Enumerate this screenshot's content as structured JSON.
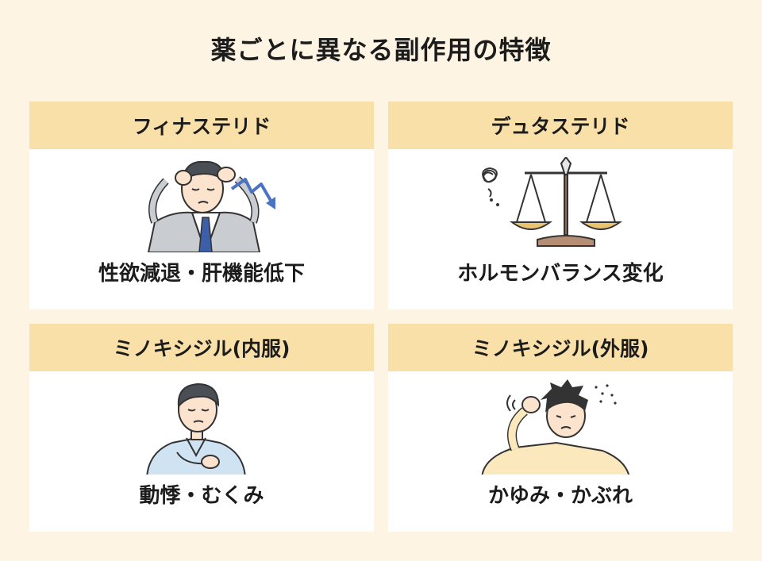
{
  "title": "薬ごとに異なる副作用の特徴",
  "cards": [
    {
      "name": "フィナステリド",
      "effect": "性欲減退・肝機能低下"
    },
    {
      "name": "デュタステリド",
      "effect": "ホルモンバランス変化"
    },
    {
      "name": "ミノキシジル(内服)",
      "effect": "動悸・むくみ"
    },
    {
      "name": "ミノキシジル(外服)",
      "effect": "かゆみ・かぶれ"
    }
  ]
}
